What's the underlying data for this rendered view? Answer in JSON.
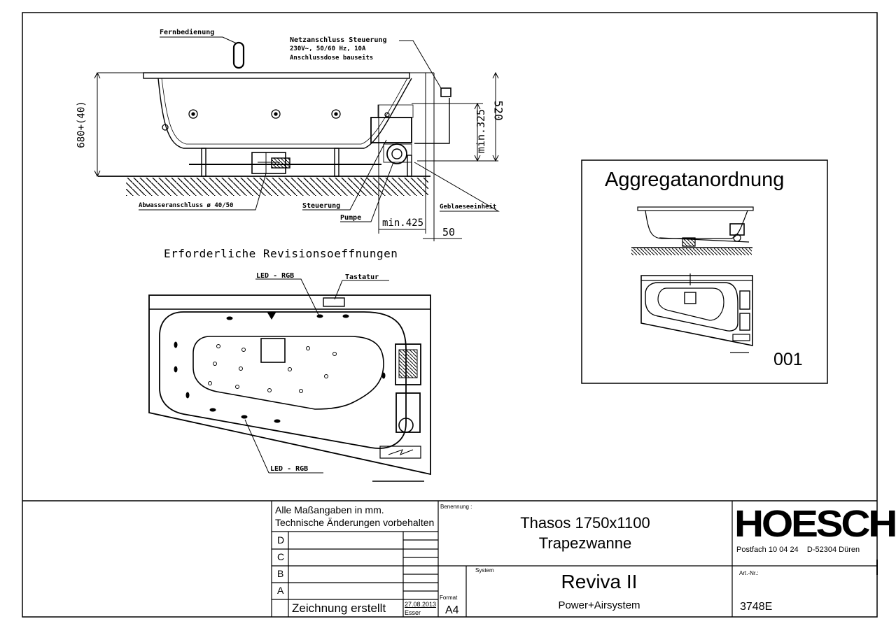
{
  "side_view": {
    "label_remote": "Fernbedienung",
    "label_power_1": "Netzanschluss Steuerung",
    "label_power_2": "230V~, 50/60 Hz, 10A",
    "label_power_3": "Anschlussdose bauseits",
    "label_drain": "Abwasseranschluss ø 40/50",
    "label_control": "Steuerung",
    "label_pump": "Pumpe",
    "label_blower": "Geblaeseeinheit",
    "dim_total_height": "680+(40)",
    "dim_520": "520",
    "dim_min325": "min.325",
    "dim_min425": "min.425",
    "dim_50": "50"
  },
  "top_view": {
    "heading": "Erforderliche Revisionsoeffnungen",
    "label_led_top": "LED - RGB",
    "label_keypad": "Tastatur",
    "label_led_bottom": "LED - RGB"
  },
  "inset": {
    "title": "Aggregatanordnung",
    "code": "001"
  },
  "title_block": {
    "note_1": "Alle Maßangaben in mm.",
    "note_2": "Technische Änderungen vorbehalten",
    "revisions": [
      "D",
      "C",
      "B",
      "A"
    ],
    "created_label": "Zeichnung erstellt",
    "created_date": "27.08.2013",
    "created_by": "Esser",
    "format_label": "Format",
    "format_value": "A4",
    "designation_label": "Benennung :",
    "designation_1": "Thasos 1750x1100",
    "designation_2": "Trapezwanne",
    "system_label": "System",
    "system_name": "Reviva II",
    "system_sub": "Power+Airsystem",
    "company": "HOESCH",
    "company_address": "Postfach 10 04 24    D-52304 Düren",
    "artnr_label": "Art.-Nr.:",
    "artnr_value": "3748E"
  }
}
